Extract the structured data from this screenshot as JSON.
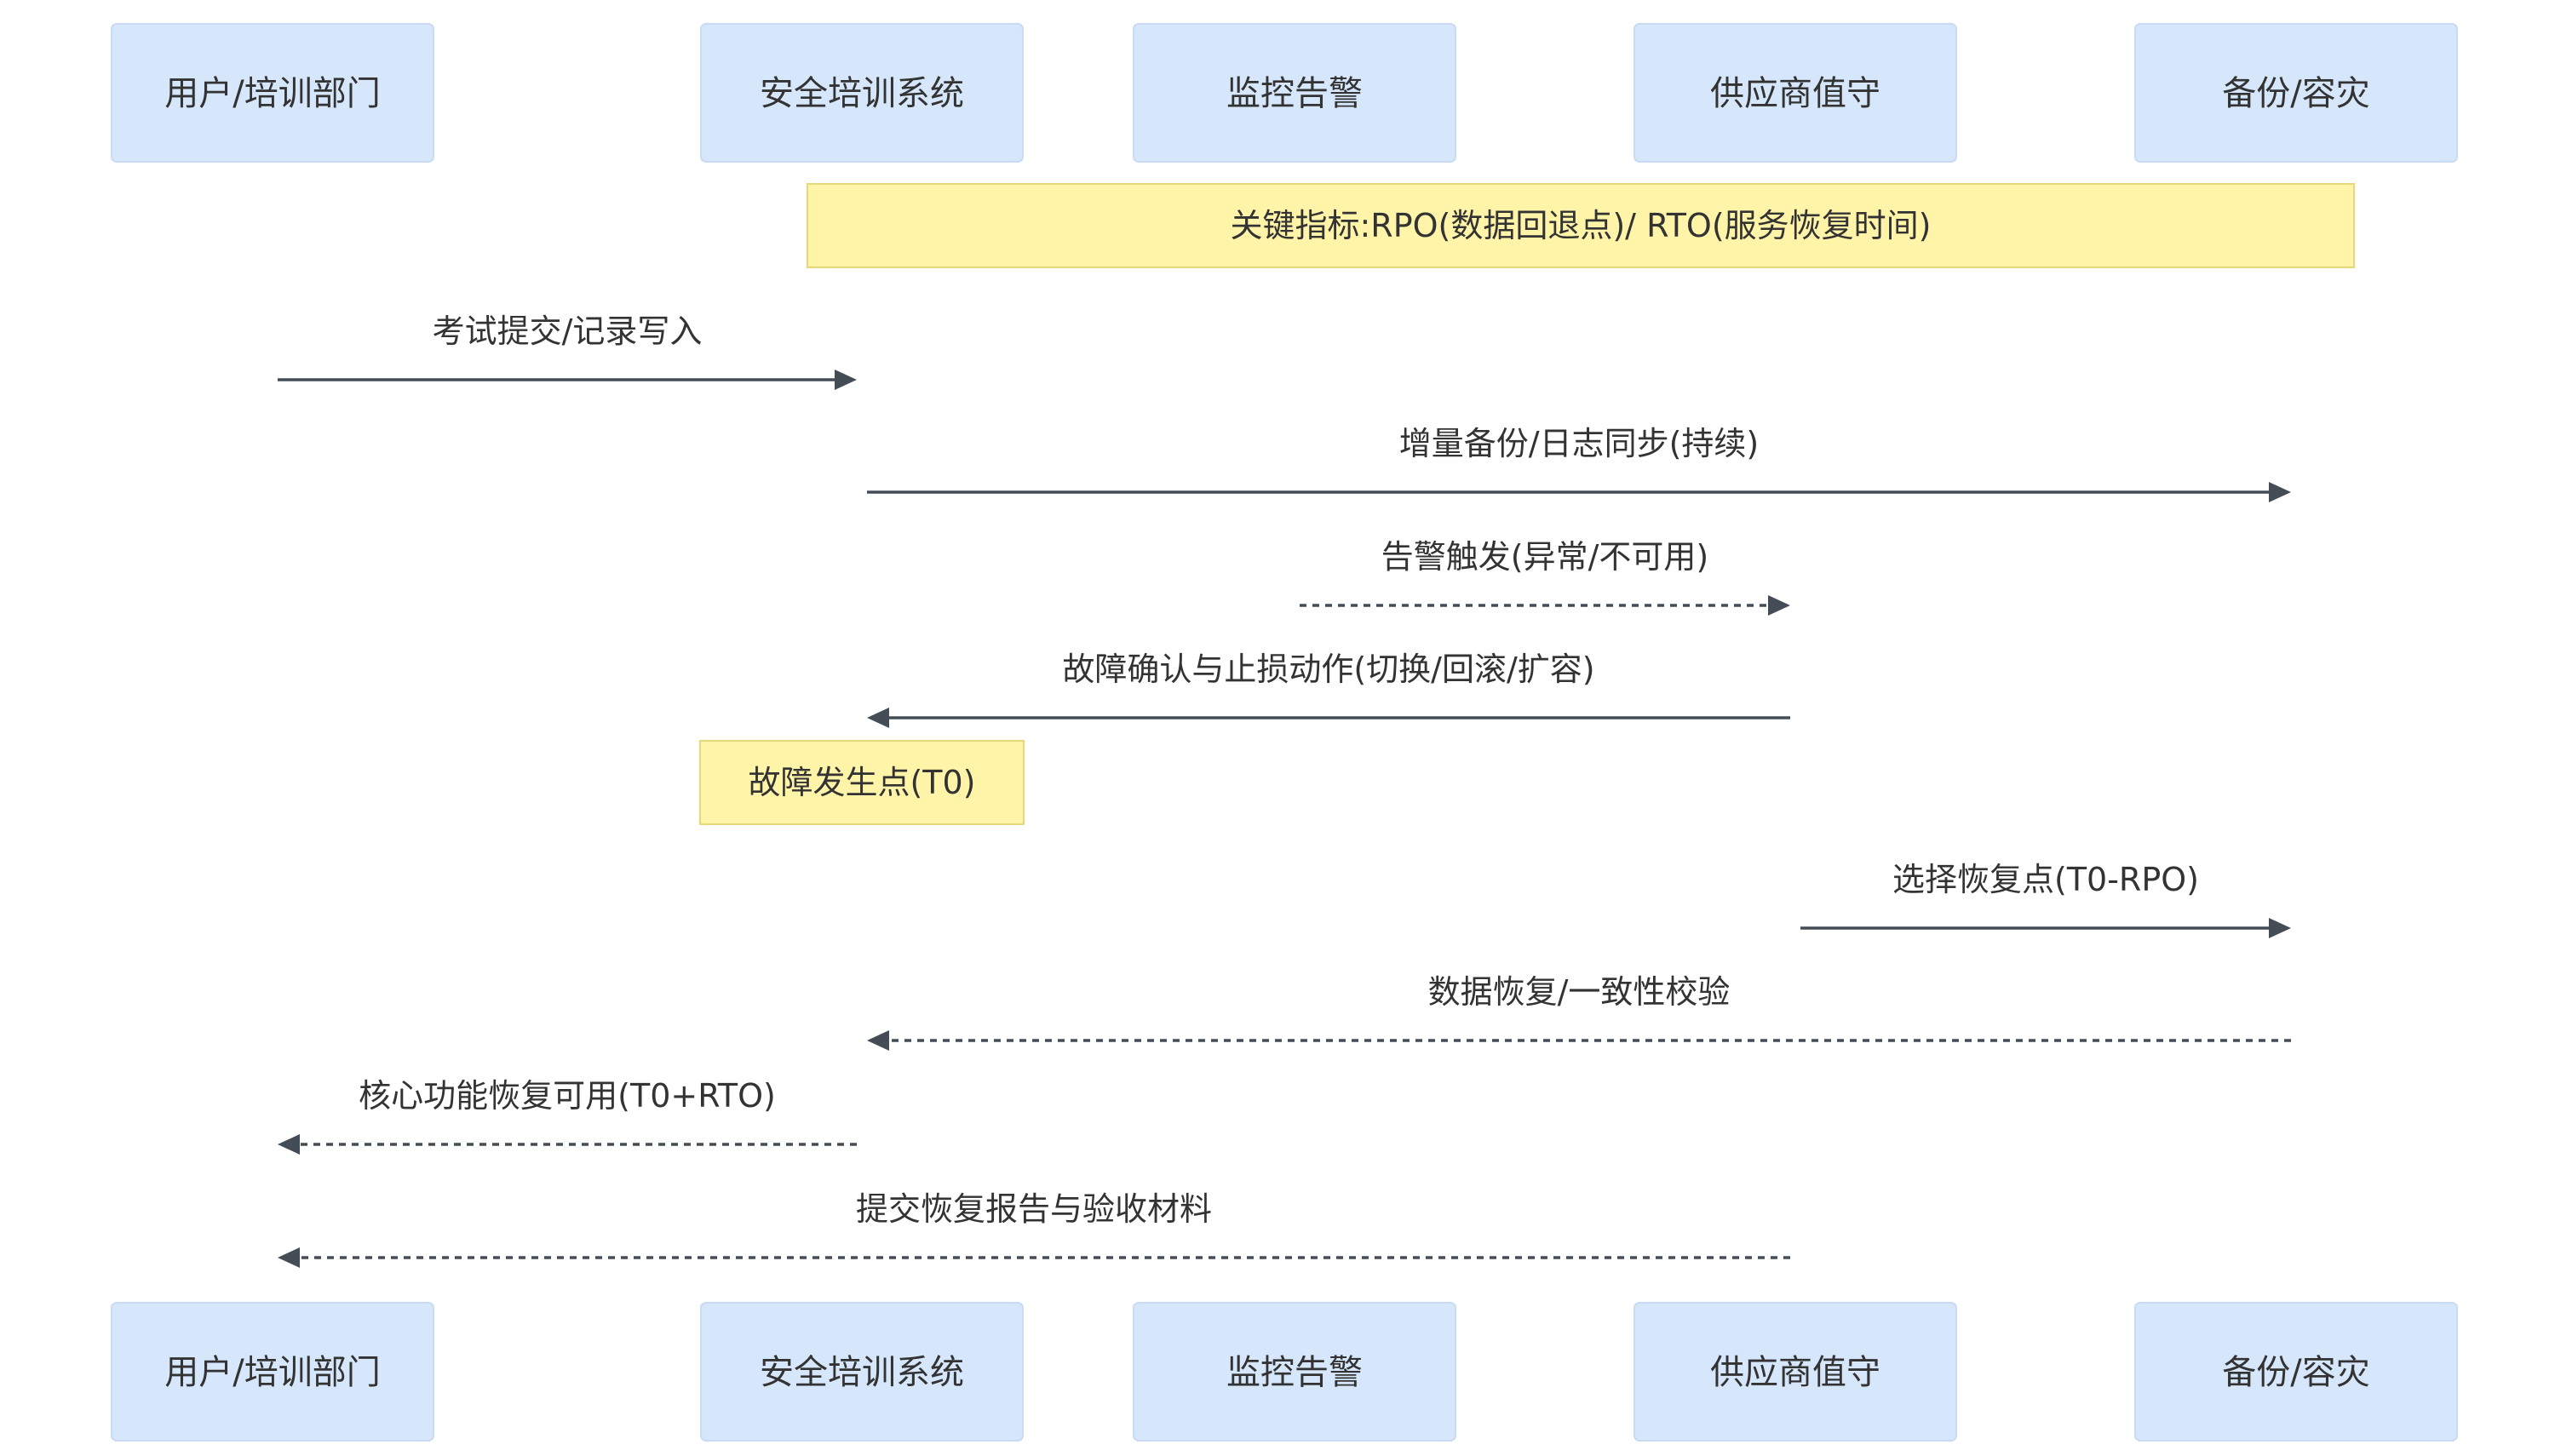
{
  "actors": [
    {
      "id": "user",
      "label": "用户/培训部门"
    },
    {
      "id": "sys",
      "label": "安全培训系统"
    },
    {
      "id": "mon",
      "label": "监控告警"
    },
    {
      "id": "vendor",
      "label": "供应商值守"
    },
    {
      "id": "backup",
      "label": "备份/容灾"
    }
  ],
  "notes": [
    {
      "id": "key-metrics",
      "text": "关键指标:RPO(数据回退点)/ RTO(服务恢复时间)"
    },
    {
      "id": "fault-point",
      "text": "故障发生点(T0)"
    }
  ],
  "messages": [
    {
      "from": "user",
      "to": "sys",
      "label": "考试提交/记录写入",
      "style": "solid"
    },
    {
      "from": "sys",
      "to": "backup",
      "label": "增量备份/日志同步(持续)",
      "style": "solid"
    },
    {
      "from": "mon",
      "to": "vendor",
      "label": "告警触发(异常/不可用)",
      "style": "dashed"
    },
    {
      "from": "vendor",
      "to": "sys",
      "label": "故障确认与止损动作(切换/回滚/扩容)",
      "style": "solid"
    },
    {
      "from": "vendor",
      "to": "backup",
      "label": "选择恢复点(T0-RPO)",
      "style": "solid"
    },
    {
      "from": "backup",
      "to": "sys",
      "label": "数据恢复/一致性校验",
      "style": "dashed"
    },
    {
      "from": "sys",
      "to": "user",
      "label": "核心功能恢复可用(T0+RTO)",
      "style": "dashed"
    },
    {
      "from": "vendor",
      "to": "user",
      "label": "提交恢复报告与验收材料",
      "style": "dashed"
    }
  ],
  "colors": {
    "actor_fill": "#d6e6fb",
    "note_fill": "#fff4a8",
    "line": "#444d56",
    "text": "#333333"
  }
}
